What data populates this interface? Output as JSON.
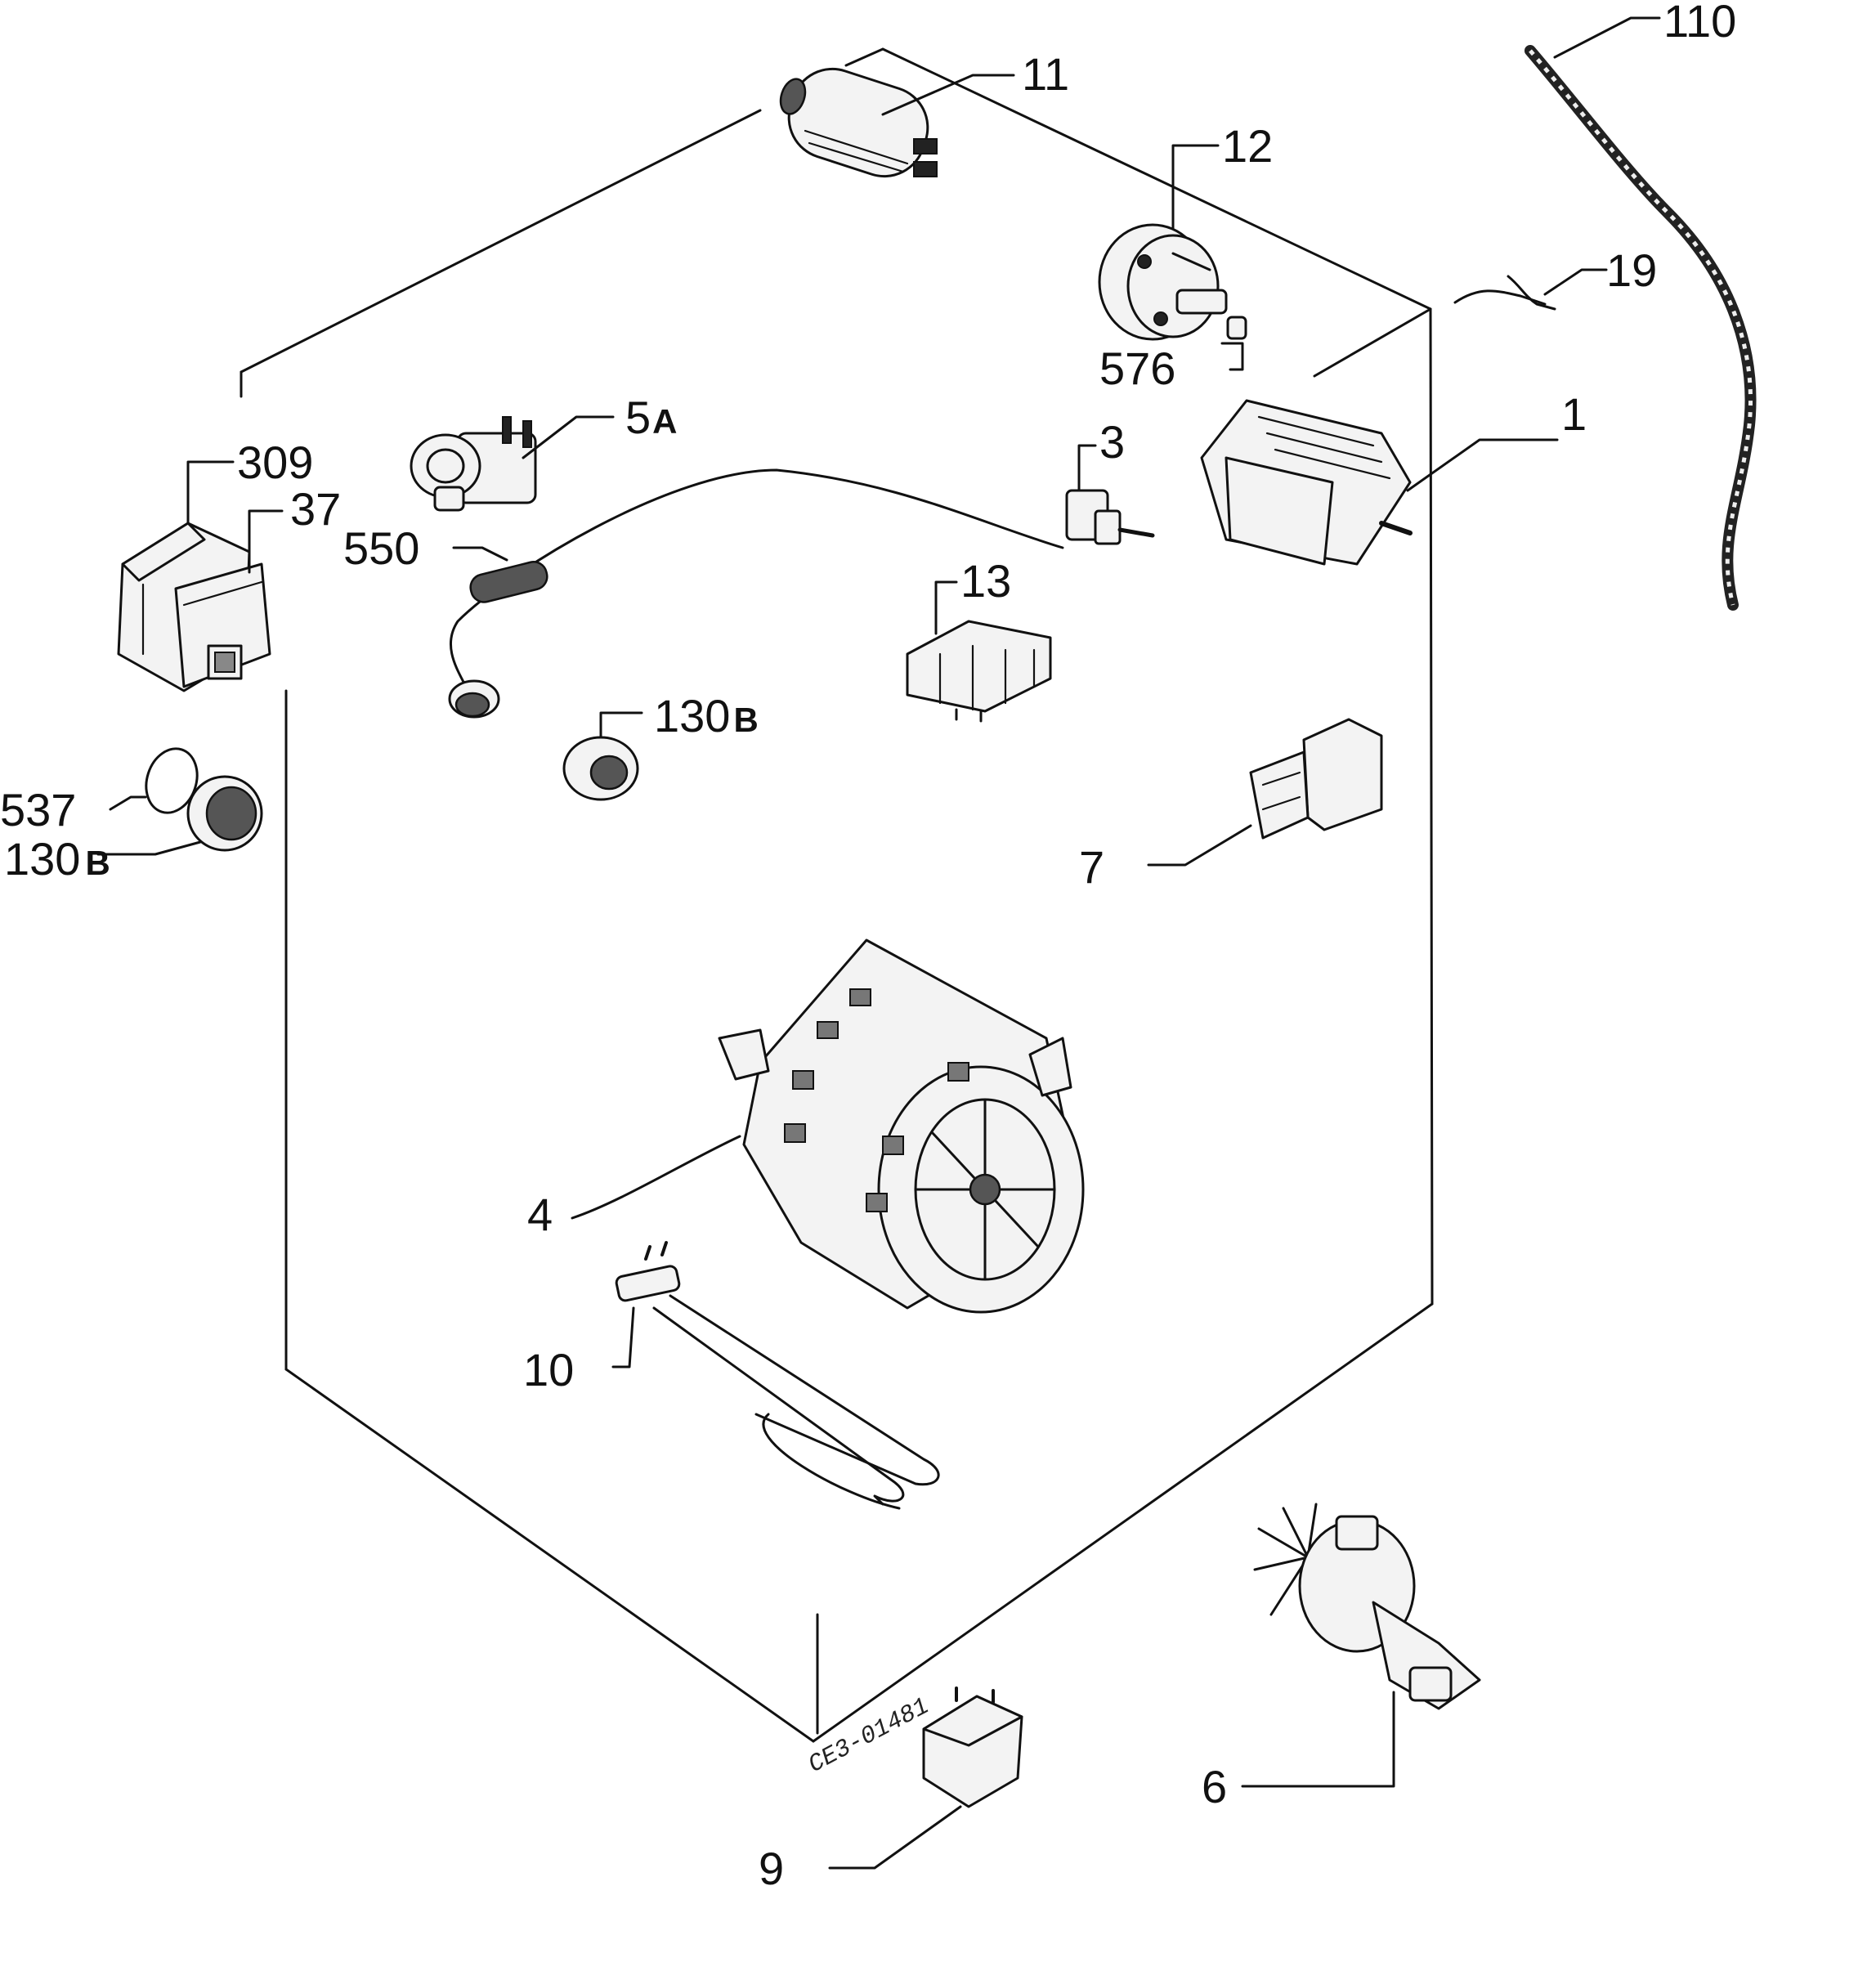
{
  "diagram": {
    "drawing_code": "CE3-01481",
    "parts": [
      {
        "id": "p110",
        "number": "110"
      },
      {
        "id": "p11",
        "number": "11"
      },
      {
        "id": "p12",
        "number": "12"
      },
      {
        "id": "p19",
        "number": "19"
      },
      {
        "id": "p576",
        "number": "576"
      },
      {
        "id": "p1",
        "number": "1"
      },
      {
        "id": "p5a",
        "number": "5",
        "suffix": "A"
      },
      {
        "id": "p3",
        "number": "3"
      },
      {
        "id": "p309",
        "number": "309"
      },
      {
        "id": "p37",
        "number": "37"
      },
      {
        "id": "p550",
        "number": "550"
      },
      {
        "id": "p13",
        "number": "13"
      },
      {
        "id": "p130b_mid",
        "number": "130",
        "suffix": "B"
      },
      {
        "id": "p537",
        "number": "537"
      },
      {
        "id": "p130b_left",
        "number": "130",
        "suffix": "B"
      },
      {
        "id": "p7",
        "number": "7"
      },
      {
        "id": "p4",
        "number": "4"
      },
      {
        "id": "p10",
        "number": "10"
      },
      {
        "id": "p6",
        "number": "6"
      },
      {
        "id": "p9",
        "number": "9"
      }
    ]
  }
}
